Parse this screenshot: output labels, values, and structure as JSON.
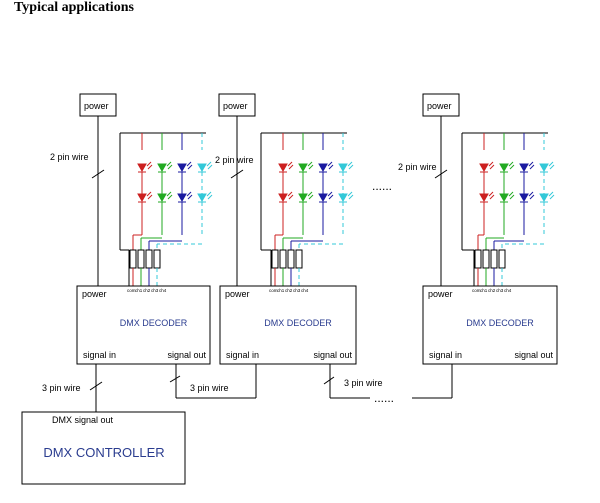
{
  "title": "Typical applications",
  "labels": {
    "power": "power",
    "two_pin_wire": "2 pin wire",
    "three_pin_wire": "3 pin wire",
    "decoder": "DMX DECODER",
    "signal_in": "signal in",
    "signal_out": "signal out",
    "pins": [
      "com",
      "ch1",
      "ch2",
      "ch3",
      "ch4"
    ],
    "controller_signal_out": "DMX  signal  out",
    "controller": "DMX  CONTROLLER",
    "ellipsis": "......"
  },
  "channel_colors": [
    "#cc2020",
    "#22aa22",
    "#1a1aa0",
    "#33c8d8"
  ],
  "decoder_count_shown": 3
}
